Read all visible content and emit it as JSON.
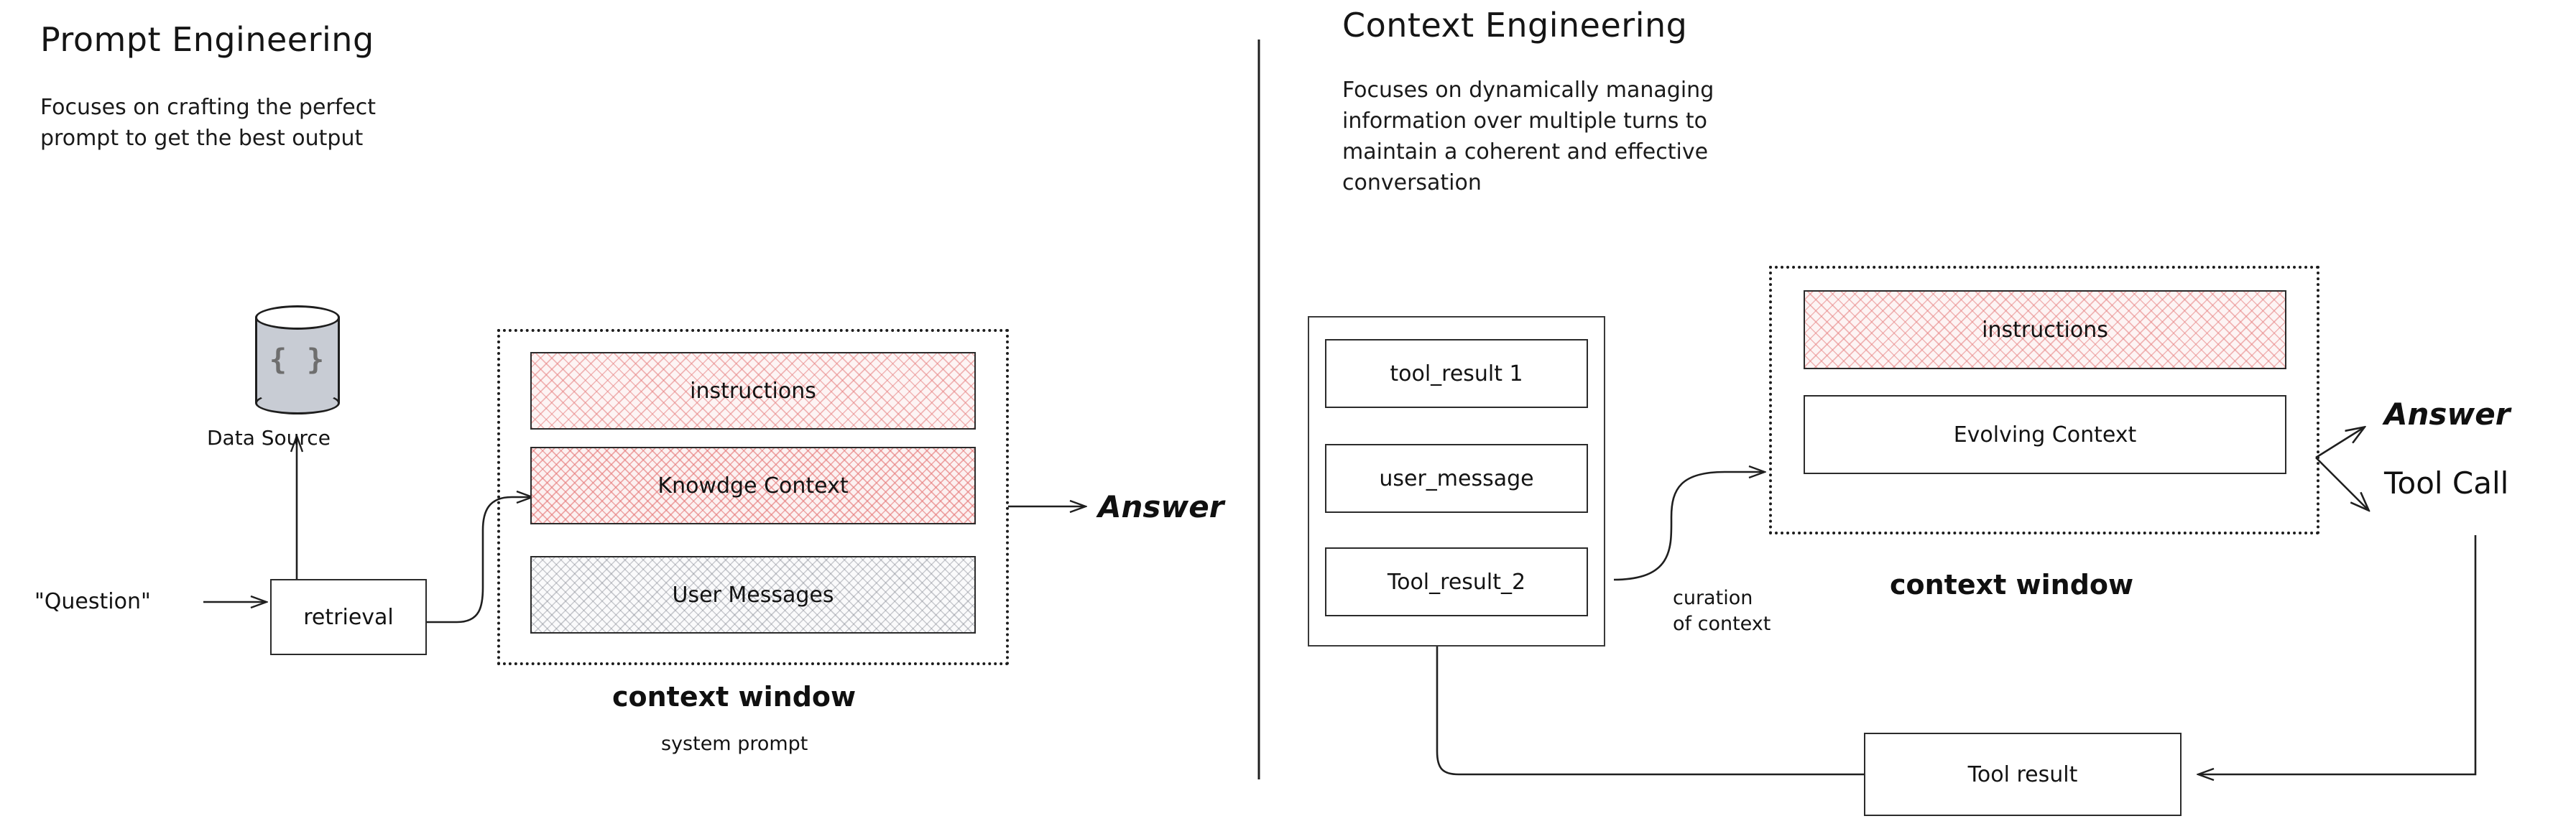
{
  "left_panel": {
    "title": "Prompt Engineering",
    "description": "Focuses on crafting the perfect\nprompt to get the best output",
    "question_label": "\"Question\"",
    "data_source_label": "Data Source",
    "data_source_glyph": "{ }",
    "retrieval_label": "retrieval",
    "context_window_blocks": [
      {
        "label": "instructions",
        "fill": "pink-hatch"
      },
      {
        "label": "Knowdge Context",
        "fill": "pink-hatch-dense"
      },
      {
        "label": "User Messages",
        "fill": "gray-hatch"
      }
    ],
    "context_window_label": "context window",
    "system_prompt_label": "system prompt",
    "answer_label": "Answer"
  },
  "right_panel": {
    "title": "Context Engineering",
    "description": "Focuses on dynamically managing\ninformation over multiple turns to\nmaintain a coherent and effective\nconversation",
    "history_blocks": [
      {
        "label": "tool_result 1"
      },
      {
        "label": "user_message"
      },
      {
        "label": "Tool_result_2"
      }
    ],
    "curation_label": "curation\nof context",
    "context_window_blocks": [
      {
        "label": "instructions",
        "fill": "pink-hatch"
      },
      {
        "label": "Evolving Context",
        "fill": "white"
      }
    ],
    "context_window_label": "context window",
    "answer_label": "Answer",
    "tool_call_label": "Tool Call",
    "tool_result_label": "Tool result"
  },
  "colors": {
    "stroke": "#1f1f1f",
    "pink_hatch": "#e58080",
    "gray_hatch": "#787d87",
    "cylinder_body": "#c8ccd4",
    "background": "#ffffff"
  }
}
